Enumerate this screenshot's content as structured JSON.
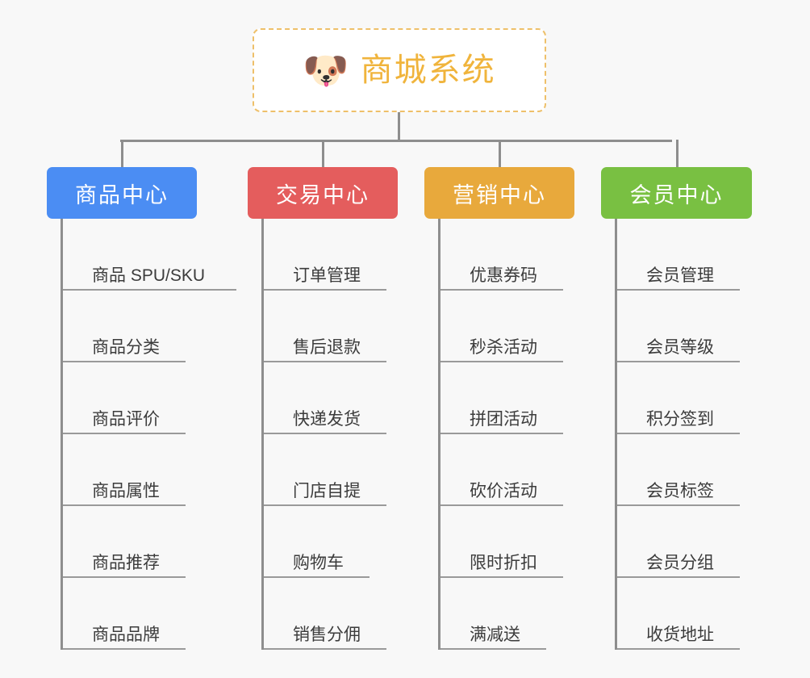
{
  "diagram": {
    "title": "商城系统",
    "root": {
      "label": "商城系统",
      "icon": "shiba-dog-face-emoji",
      "emoji": "🐶",
      "border_color": "#eec06a",
      "text_color": "#f0b43c",
      "background": "#ffffff"
    },
    "background_color": "#f8f8f8",
    "connector_color": "#8e8e8e",
    "leaf_text_color": "#3c3c3c",
    "leaf_rule_color": "#9a9a9a",
    "branches": [
      {
        "label": "商品中心",
        "color": "#4b8df3",
        "items": [
          "商品 SPU/SKU",
          "商品分类",
          "商品评价",
          "商品属性",
          "商品推荐",
          "商品品牌"
        ]
      },
      {
        "label": "交易中心",
        "color": "#e45d5d",
        "items": [
          "订单管理",
          "售后退款",
          "快递发货",
          "门店自提",
          "购物车",
          "销售分佣"
        ]
      },
      {
        "label": "营销中心",
        "color": "#e8a93c",
        "items": [
          "优惠券码",
          "秒杀活动",
          "拼团活动",
          "砍价活动",
          "限时折扣",
          "满减送"
        ]
      },
      {
        "label": "会员中心",
        "color": "#79c042",
        "items": [
          "会员管理",
          "会员等级",
          "积分签到",
          "会员标签",
          "会员分组",
          "收货地址"
        ]
      }
    ]
  }
}
